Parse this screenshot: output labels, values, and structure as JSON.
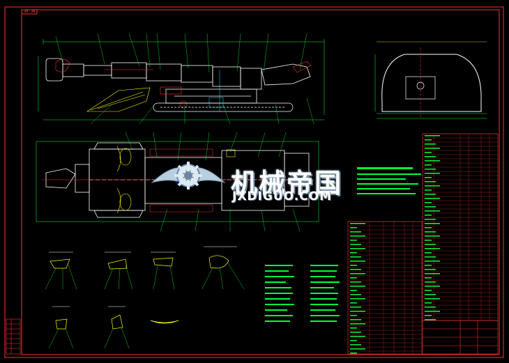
{
  "drawing": {
    "background": "#000000",
    "frame_color": "#ff3030",
    "line_green": "#00ff3c",
    "line_white": "#ffffff",
    "line_yellow": "#ffff00",
    "line_red": "#ff3030",
    "line_cyan": "#00e5ff",
    "line_blue": "#2040ff"
  },
  "watermark": {
    "title": "机械帝国",
    "subtitle": "JXDIGUO.COM",
    "logo": "gear-eagle-logo"
  },
  "title_block": {
    "tab": "AY-JH"
  }
}
